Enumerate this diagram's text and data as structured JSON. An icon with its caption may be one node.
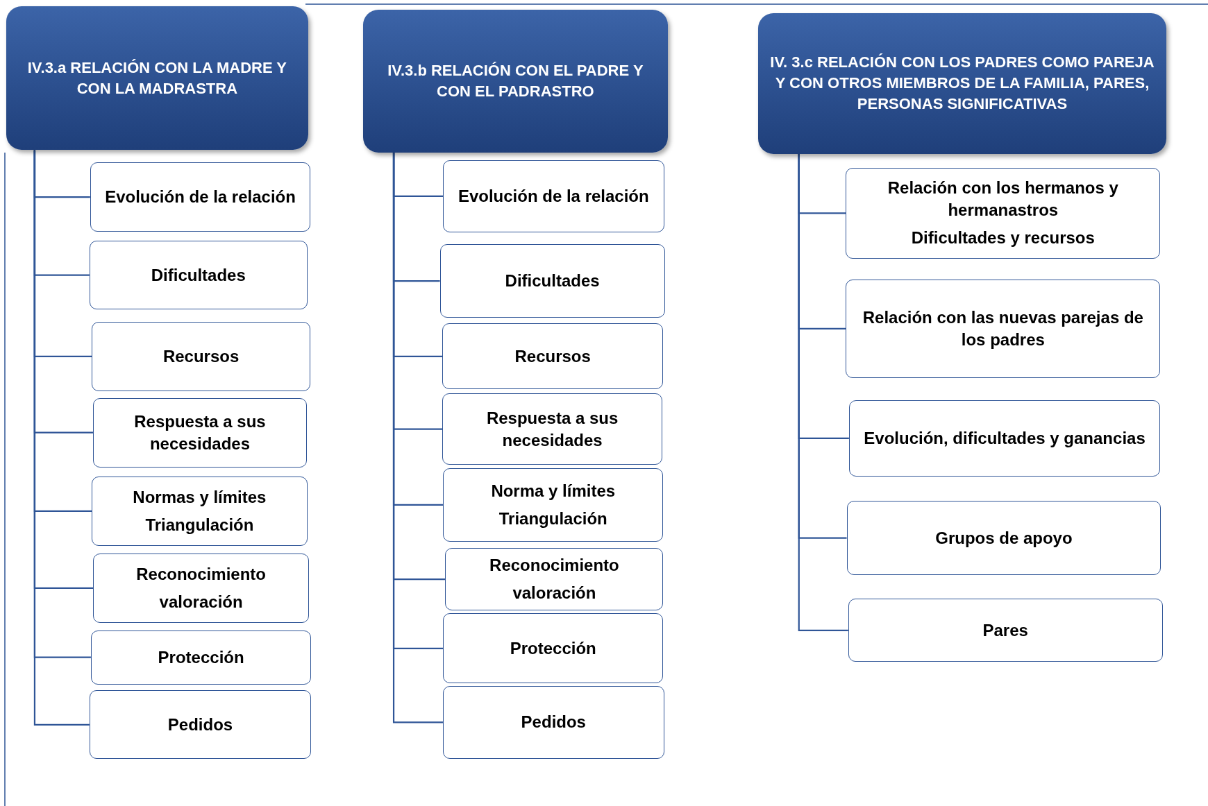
{
  "diagram": {
    "nodes": [
      {
        "text": [
          "IV.3.a RELACIÓN CON LA MADRE Y CON LA MADRASTRA"
        ]
      },
      {
        "text": [
          "Evolución de la relación"
        ]
      },
      {
        "text": [
          "Dificultades"
        ]
      },
      {
        "text": [
          "Recursos"
        ]
      },
      {
        "text": [
          "Respuesta a sus necesidades"
        ]
      },
      {
        "text": [
          "Normas y límites",
          "Triangulación"
        ]
      },
      {
        "text": [
          "Reconocimiento",
          "valoración"
        ]
      },
      {
        "text": [
          "Protección"
        ]
      },
      {
        "text": [
          "Pedidos"
        ]
      },
      {
        "text": [
          "IV.3.b RELACIÓN CON EL PADRE Y CON EL PADRASTRO"
        ]
      },
      {
        "text": [
          "Evolución de la relación"
        ]
      },
      {
        "text": [
          "Dificultades"
        ]
      },
      {
        "text": [
          "Recursos"
        ]
      },
      {
        "text": [
          "Respuesta a sus necesidades"
        ]
      },
      {
        "text": [
          "Norma y límites",
          "Triangulación"
        ]
      },
      {
        "text": [
          "Reconocimiento",
          "valoración"
        ]
      },
      {
        "text": [
          "Protección"
        ]
      },
      {
        "text": [
          "Pedidos"
        ]
      },
      {
        "text": [
          "IV. 3.c RELACIÓN CON LOS PADRES COMO PAREJA Y CON OTROS MIEMBROS DE LA FAMILIA, PARES, PERSONAS SIGNIFICATIVAS"
        ]
      },
      {
        "text": [
          "Relación con los hermanos y hermanastros",
          "Dificultades y recursos"
        ]
      },
      {
        "text": [
          "Relación con las nuevas parejas de los padres"
        ]
      },
      {
        "text": [
          "Evolución, dificultades y ganancias"
        ]
      },
      {
        "text": [
          "Grupos de apoyo"
        ]
      },
      {
        "text": [
          "Pares"
        ]
      }
    ],
    "edges": [
      {
        "from": 0,
        "to": 1,
        "arrow": "none"
      },
      {
        "from": 0,
        "to": 2,
        "arrow": "none"
      },
      {
        "from": 0,
        "to": 3,
        "arrow": "none"
      },
      {
        "from": 0,
        "to": 4,
        "arrow": "none"
      },
      {
        "from": 0,
        "to": 5,
        "arrow": "none"
      },
      {
        "from": 0,
        "to": 6,
        "arrow": "none"
      },
      {
        "from": 0,
        "to": 7,
        "arrow": "none"
      },
      {
        "from": 0,
        "to": 8,
        "arrow": "none"
      },
      {
        "from": 9,
        "to": 10,
        "arrow": "none"
      },
      {
        "from": 9,
        "to": 11,
        "arrow": "none"
      },
      {
        "from": 9,
        "to": 12,
        "arrow": "none"
      },
      {
        "from": 9,
        "to": 13,
        "arrow": "none"
      },
      {
        "from": 9,
        "to": 14,
        "arrow": "none"
      },
      {
        "from": 9,
        "to": 15,
        "arrow": "none"
      },
      {
        "from": 9,
        "to": 16,
        "arrow": "none"
      },
      {
        "from": 9,
        "to": 17,
        "arrow": "none"
      },
      {
        "from": 18,
        "to": 19,
        "arrow": "none"
      },
      {
        "from": 18,
        "to": 20,
        "arrow": "none"
      },
      {
        "from": 18,
        "to": 21,
        "arrow": "none"
      },
      {
        "from": 18,
        "to": 22,
        "arrow": "none"
      },
      {
        "from": 18,
        "to": 23,
        "arrow": "none"
      }
    ]
  }
}
